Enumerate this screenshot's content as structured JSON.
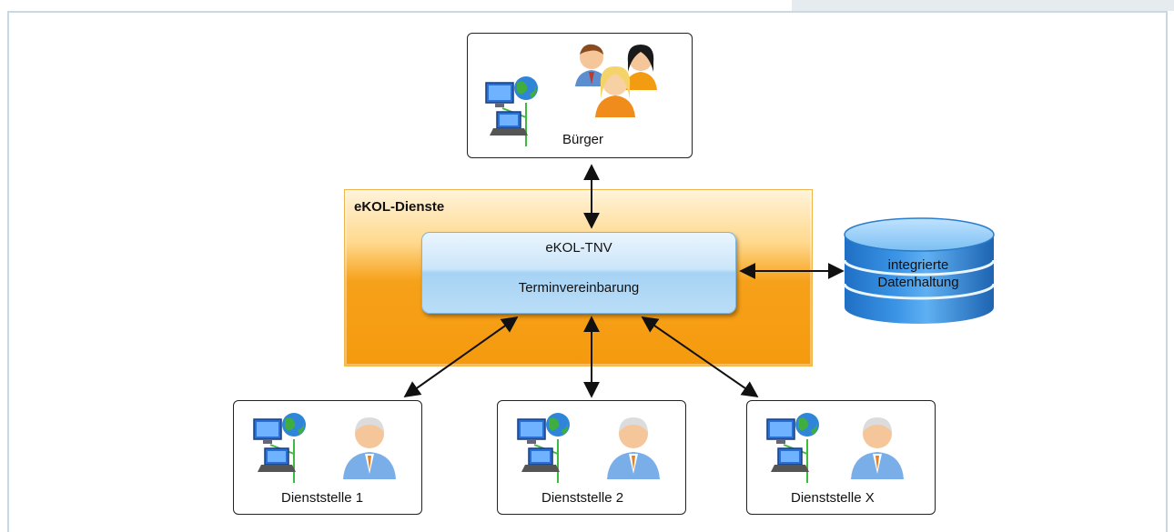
{
  "diagram": {
    "top_node": {
      "label": "Bürger"
    },
    "group": {
      "title": "eKOL-Dienste"
    },
    "service": {
      "title": "eKOL-TNV",
      "subtitle": "Terminvereinbarung"
    },
    "database": {
      "line1": "integrierte",
      "line2": "Datenhaltung"
    },
    "offices": [
      {
        "label": "Dienststelle 1"
      },
      {
        "label": "Dienststelle 2"
      },
      {
        "label": "Dienststelle X"
      }
    ]
  }
}
